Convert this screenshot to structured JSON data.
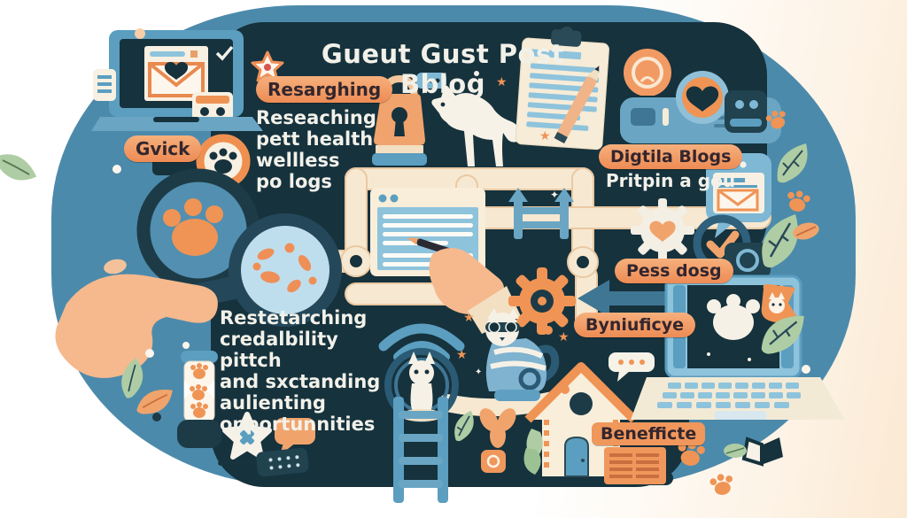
{
  "title": "Gueut Gust Post Bblog",
  "badges": {
    "gvick": "Gvick",
    "resarghing": "Resarghing",
    "digtila_blogs": "Digtila Blogs",
    "pess_dosg": "Pess dosg",
    "byniuficye": "Byniuficye",
    "benefficte": "Benefficte"
  },
  "text_blocks": {
    "researching": "Reseaching\npett health\nwellless\npo logs",
    "pritpin": "Pritpin a gou",
    "credibility": "Restetarching\ncredalbility pittch\nand sxctanding\naulienting\nopportunnities"
  },
  "icons": [
    "laptop-mail-heart",
    "note-card",
    "star-badge",
    "bulb-paw",
    "lens-paw",
    "hand-magnifier-kibble",
    "padlock",
    "chat-dots-bubble",
    "dog",
    "clipboard-pencil",
    "lightbulb",
    "heart-medallion-banner",
    "camera",
    "mail-speech-bubble",
    "gear-heart",
    "check-circle",
    "left-arrow",
    "pipe-network",
    "browser-window",
    "hand-pencil",
    "ladder-arrows",
    "wifi-cat-ring",
    "ladder",
    "striped-cat",
    "orange-gear",
    "pet-house",
    "hourglass-paws",
    "star-cross",
    "speech-bubble",
    "remote",
    "benefit-document",
    "laptop-paw",
    "cat-flag",
    "leaves",
    "paw-prints",
    "stars"
  ],
  "colors": {
    "c-blob": "#4c8aab",
    "c-dark": "#16323d",
    "c-orange": "#ef9455",
    "c-orangelight": "#f5b98d",
    "c-cream": "#f6ead5",
    "c-pipe": "#f7e8d1",
    "c-bluemid": "#5b9ec0",
    "c-bluelight": "#8ec3dc",
    "c-green": "#afcda4",
    "c-textlight": "#f2f1e9",
    "c-textdark": "#33262e"
  }
}
